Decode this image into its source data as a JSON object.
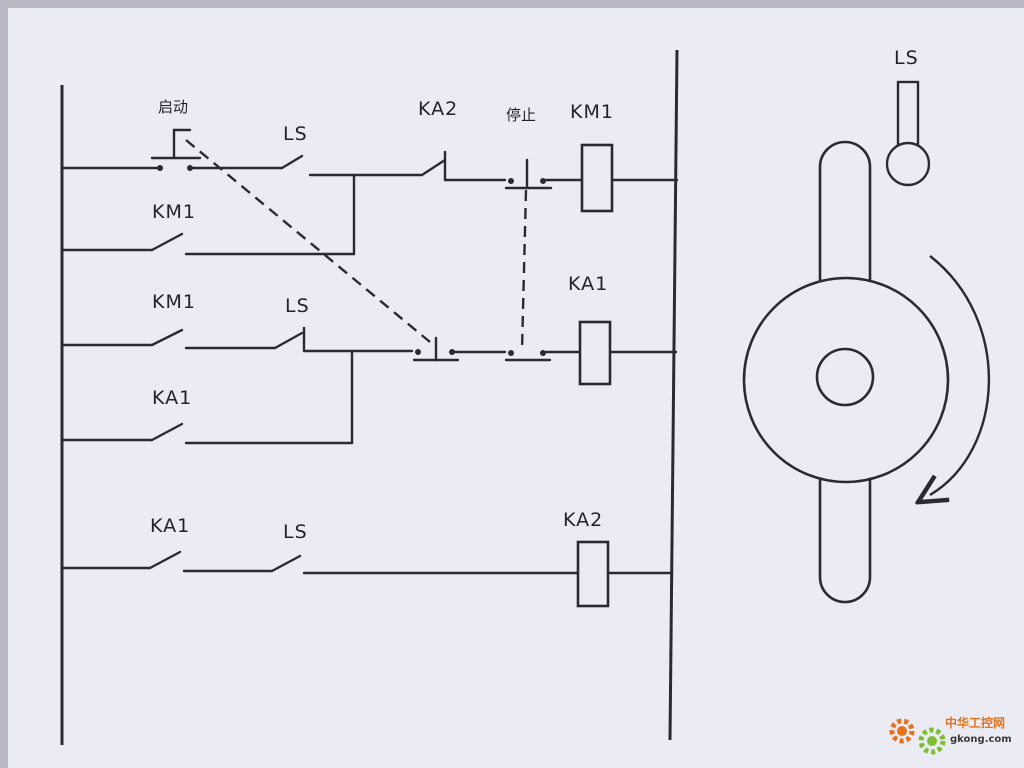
{
  "labels": {
    "start_button": "启动",
    "stop_button": "停止",
    "km1_coil": "KM1",
    "ka1_coil": "KA1",
    "ka2_coil": "KA2",
    "ka2_contact": "KA2",
    "ls_rung1": "LS",
    "km1_hold": "KM1",
    "km1_rung2": "KM1",
    "ls_rung2": "LS",
    "ka1_hold": "KA1",
    "ka1_rung3": "KA1",
    "ls_rung3": "LS",
    "ls_switch": "LS"
  },
  "watermark": {
    "cn": "中华工控网",
    "en": "gkong.com"
  },
  "colors": {
    "paper": "#ebebf3",
    "ink": "#2b2a30",
    "logo_orange": "#e8711b",
    "logo_green": "#7bbf2a"
  }
}
